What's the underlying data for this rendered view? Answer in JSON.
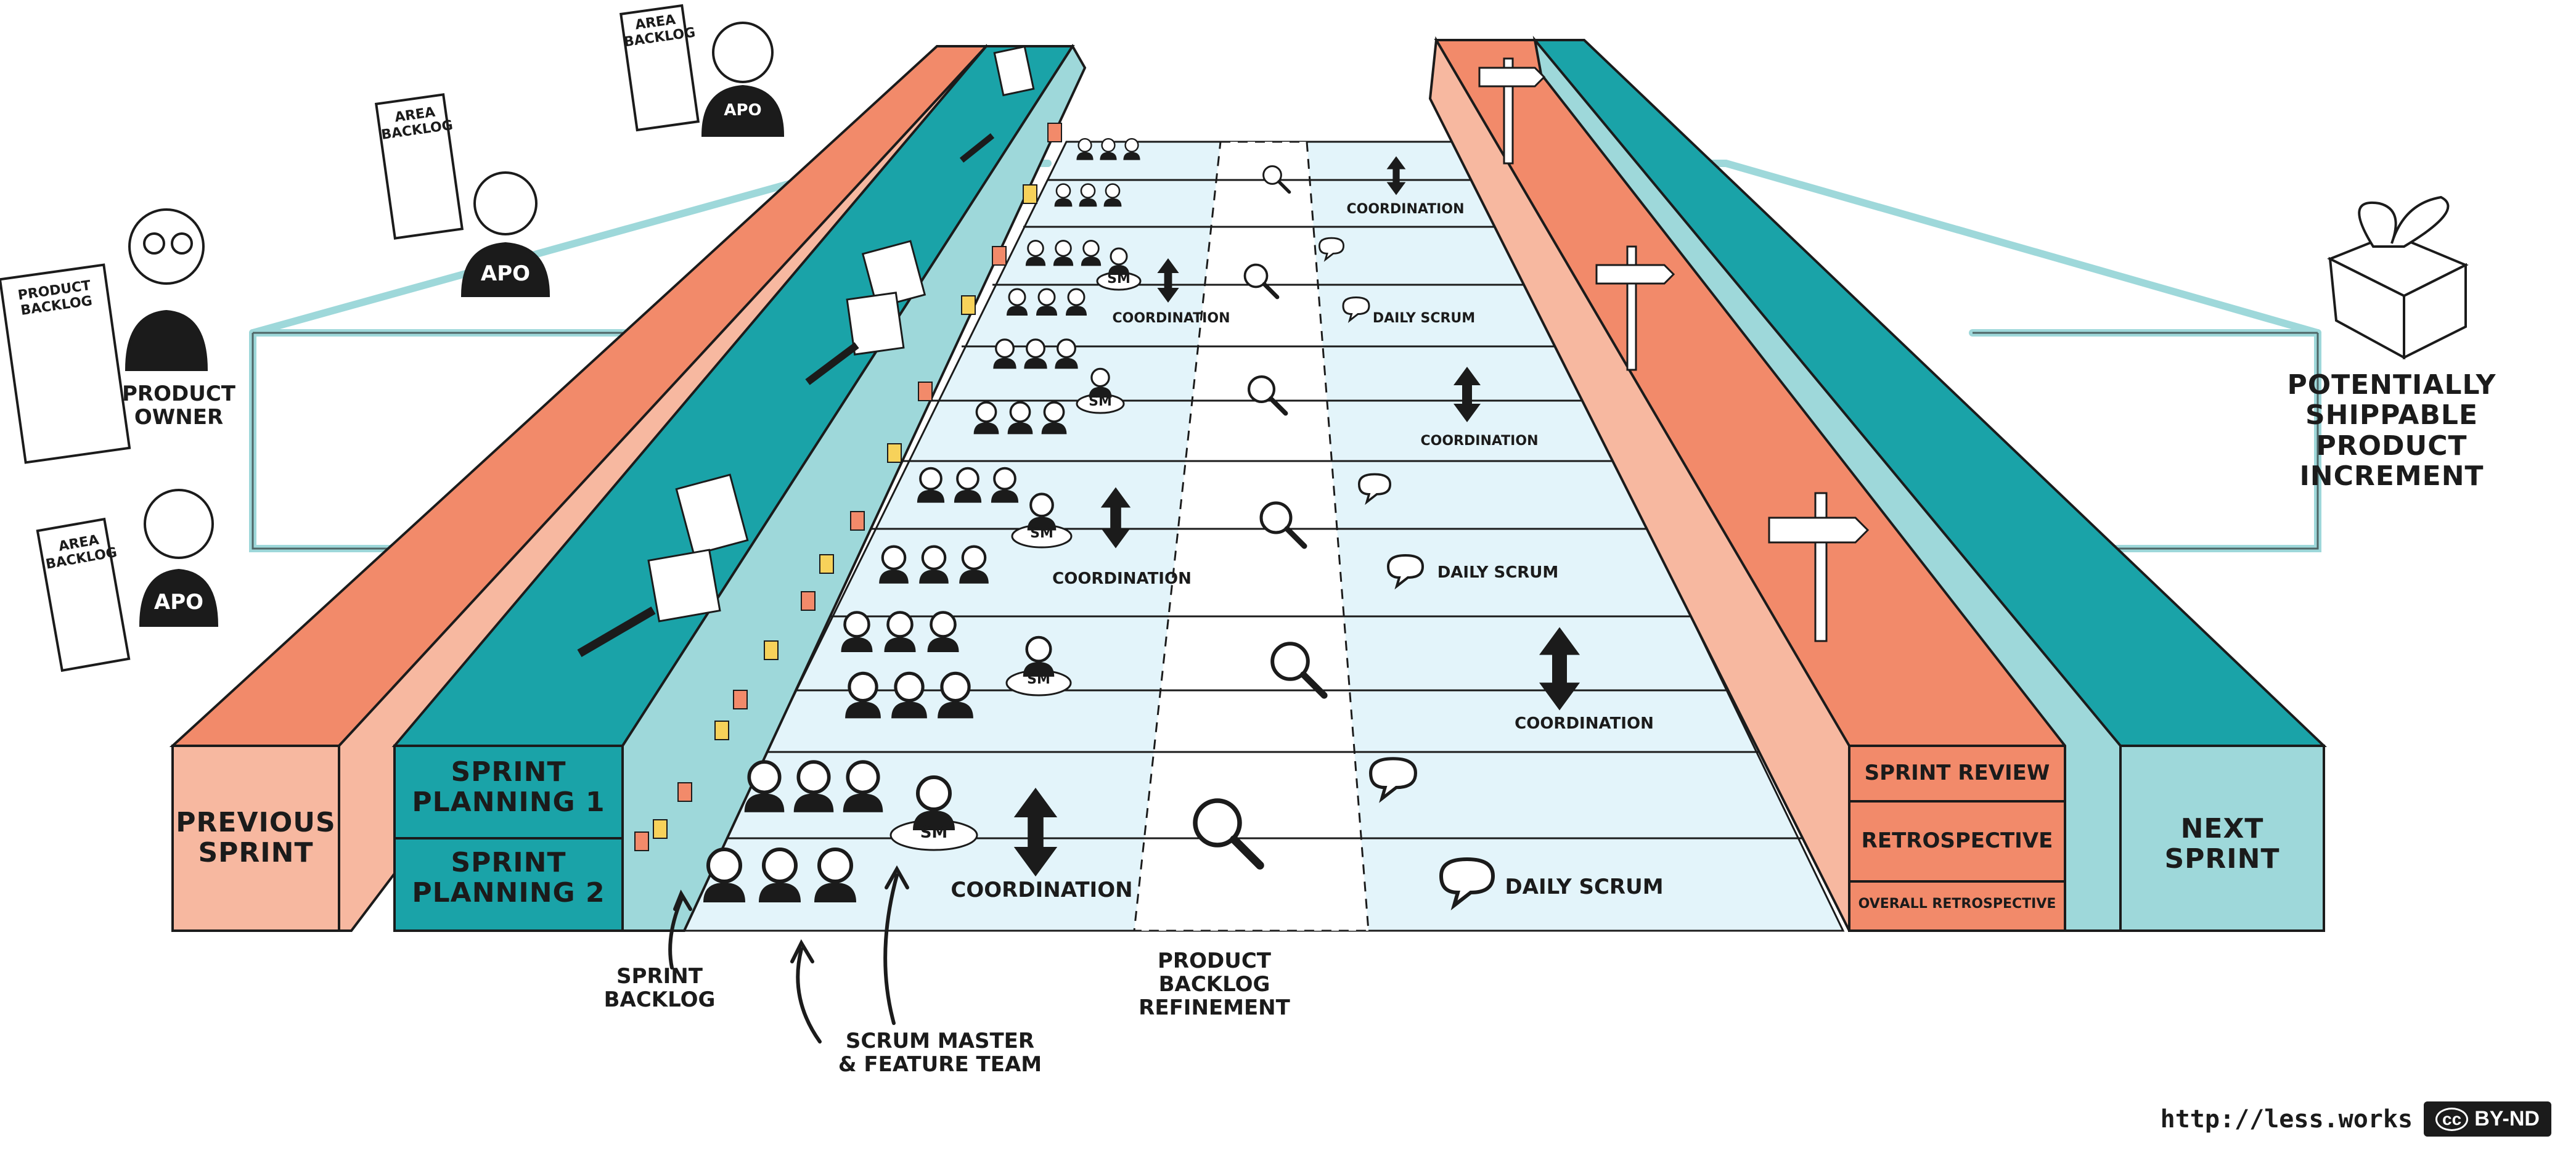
{
  "colors": {
    "salmon": "#f28a6a",
    "salmon_light": "#f7b8a0",
    "teal": "#1aa3a8",
    "teal_light": "#9ed8da",
    "lane": "#e3f4fa",
    "ink": "#1b1b1b"
  },
  "labels": {
    "previous_sprint": "PREVIOUS\nSPRINT",
    "sprint_planning_1": "SPRINT\nPLANNING 1",
    "sprint_planning_2": "SPRINT\nPLANNING 2",
    "sprint_review": "SPRINT REVIEW",
    "retrospective": "RETROSPECTIVE",
    "overall_retrospective": "OVERALL RETROSPECTIVE",
    "next_sprint": "NEXT\nSPRINT",
    "product_owner": "PRODUCT\nOWNER",
    "potentially_shippable": "POTENTIALLY\nSHIPPABLE\nPRODUCT\nINCREMENT",
    "sprint_backlog": "SPRINT\nBACKLOG",
    "scrum_master_team": "SCRUM MASTER\n& FEATURE TEAM",
    "product_backlog_refinement": "PRODUCT\nBACKLOG\nREFINEMENT",
    "coordination": "COORDINATION",
    "daily_scrum": "DAILY SCRUM",
    "apo": "APO",
    "sm": "SM",
    "product_backlog_doc": "PRODUCT\nBACKLOG",
    "area_backlog_doc": "AREA\nBACKLOG"
  },
  "license": {
    "url": "http://less.works",
    "badge_cc": "cc",
    "badge_text": "BY-ND"
  }
}
